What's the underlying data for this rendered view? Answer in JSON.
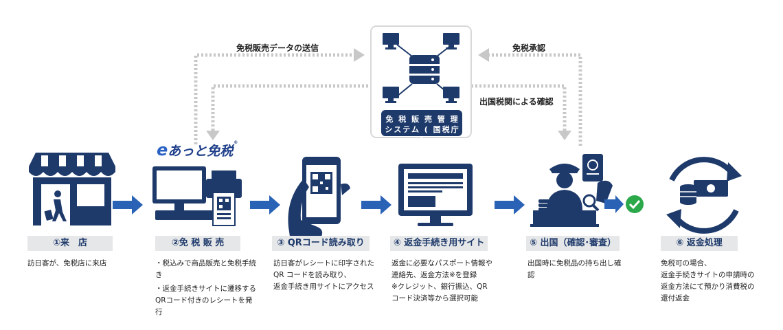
{
  "flow_labels": {
    "sales_data": "免税販売データの送信",
    "approval": "免税承認",
    "customs_check": "出国税関による確認"
  },
  "system": {
    "line1": "免 税 販 売 管 理",
    "line2": "システム ( 国税庁 )"
  },
  "logo": {
    "e": "e",
    "text": "あっと免税",
    "mark": "®"
  },
  "steps": [
    {
      "title": "①来　店",
      "desc": [
        "訪日客が、免税店に来店"
      ]
    },
    {
      "title": "②免 税 販 売",
      "desc": [
        "・税込みで商品販売と免税手続き",
        "・返金手続きサイトに遷移する　QRコード付きのレシートを発行"
      ]
    },
    {
      "title": "③ QRコード読み取り",
      "desc": [
        "訪日客がレシートに印字された",
        "QR コードを読み取り、",
        "返金手続き用サイトにアクセス"
      ]
    },
    {
      "title": "④ 返金手続き用サイト",
      "desc": [
        "返金に必要なパスポート情報や",
        "連絡先、返金方法※を登録",
        "※クレジット、銀行振込、QRコード決済等から選択可能"
      ]
    },
    {
      "title": "⑤ 出国（確認･審査）",
      "desc": [
        "出国時に免税品の持ち出し確認"
      ]
    },
    {
      "title": "⑥ 返金処理",
      "desc": [
        "免税可の場合、",
        "返金手続きサイトの申請時の",
        "返金方法にて預かり消費税の",
        "還付返金"
      ]
    }
  ],
  "colors": {
    "navy": "#1e3a6b",
    "blue_arrow": "#2a62b6",
    "dotted": "#c8c8c8",
    "check": "#2aa84a",
    "label_bg": "#e6e7e8"
  }
}
